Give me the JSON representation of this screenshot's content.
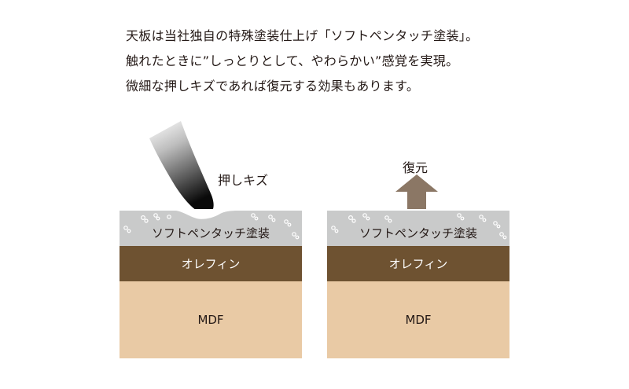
{
  "intro": {
    "lines": [
      "天板は当社独自の特殊塗装仕上げ「ソフトペンタッチ塗装」。",
      "触れたときに”しっとりとして、やわらかい”感覚を実現。",
      "微細な押しキズであれば復元する効果もあります。"
    ]
  },
  "left_panel": {
    "annotation": "押しキズ",
    "layers": {
      "coating": "ソフトペンタッチ塗装",
      "olefin": "オレフィン",
      "mdf": "MDF"
    }
  },
  "right_panel": {
    "annotation": "復元",
    "layers": {
      "coating": "ソフトペンタッチ塗装",
      "olefin": "オレフィン",
      "mdf": "MDF"
    }
  },
  "colors": {
    "coating": "#c9caca",
    "olefin": "#6e5231",
    "mdf": "#e9caa5",
    "arrow": "#8b7765",
    "text": "#231815"
  },
  "icons": {
    "stylus": "pen-tip-icon",
    "arrow": "arrow-up-icon",
    "bubbles": "bubble-icon"
  }
}
